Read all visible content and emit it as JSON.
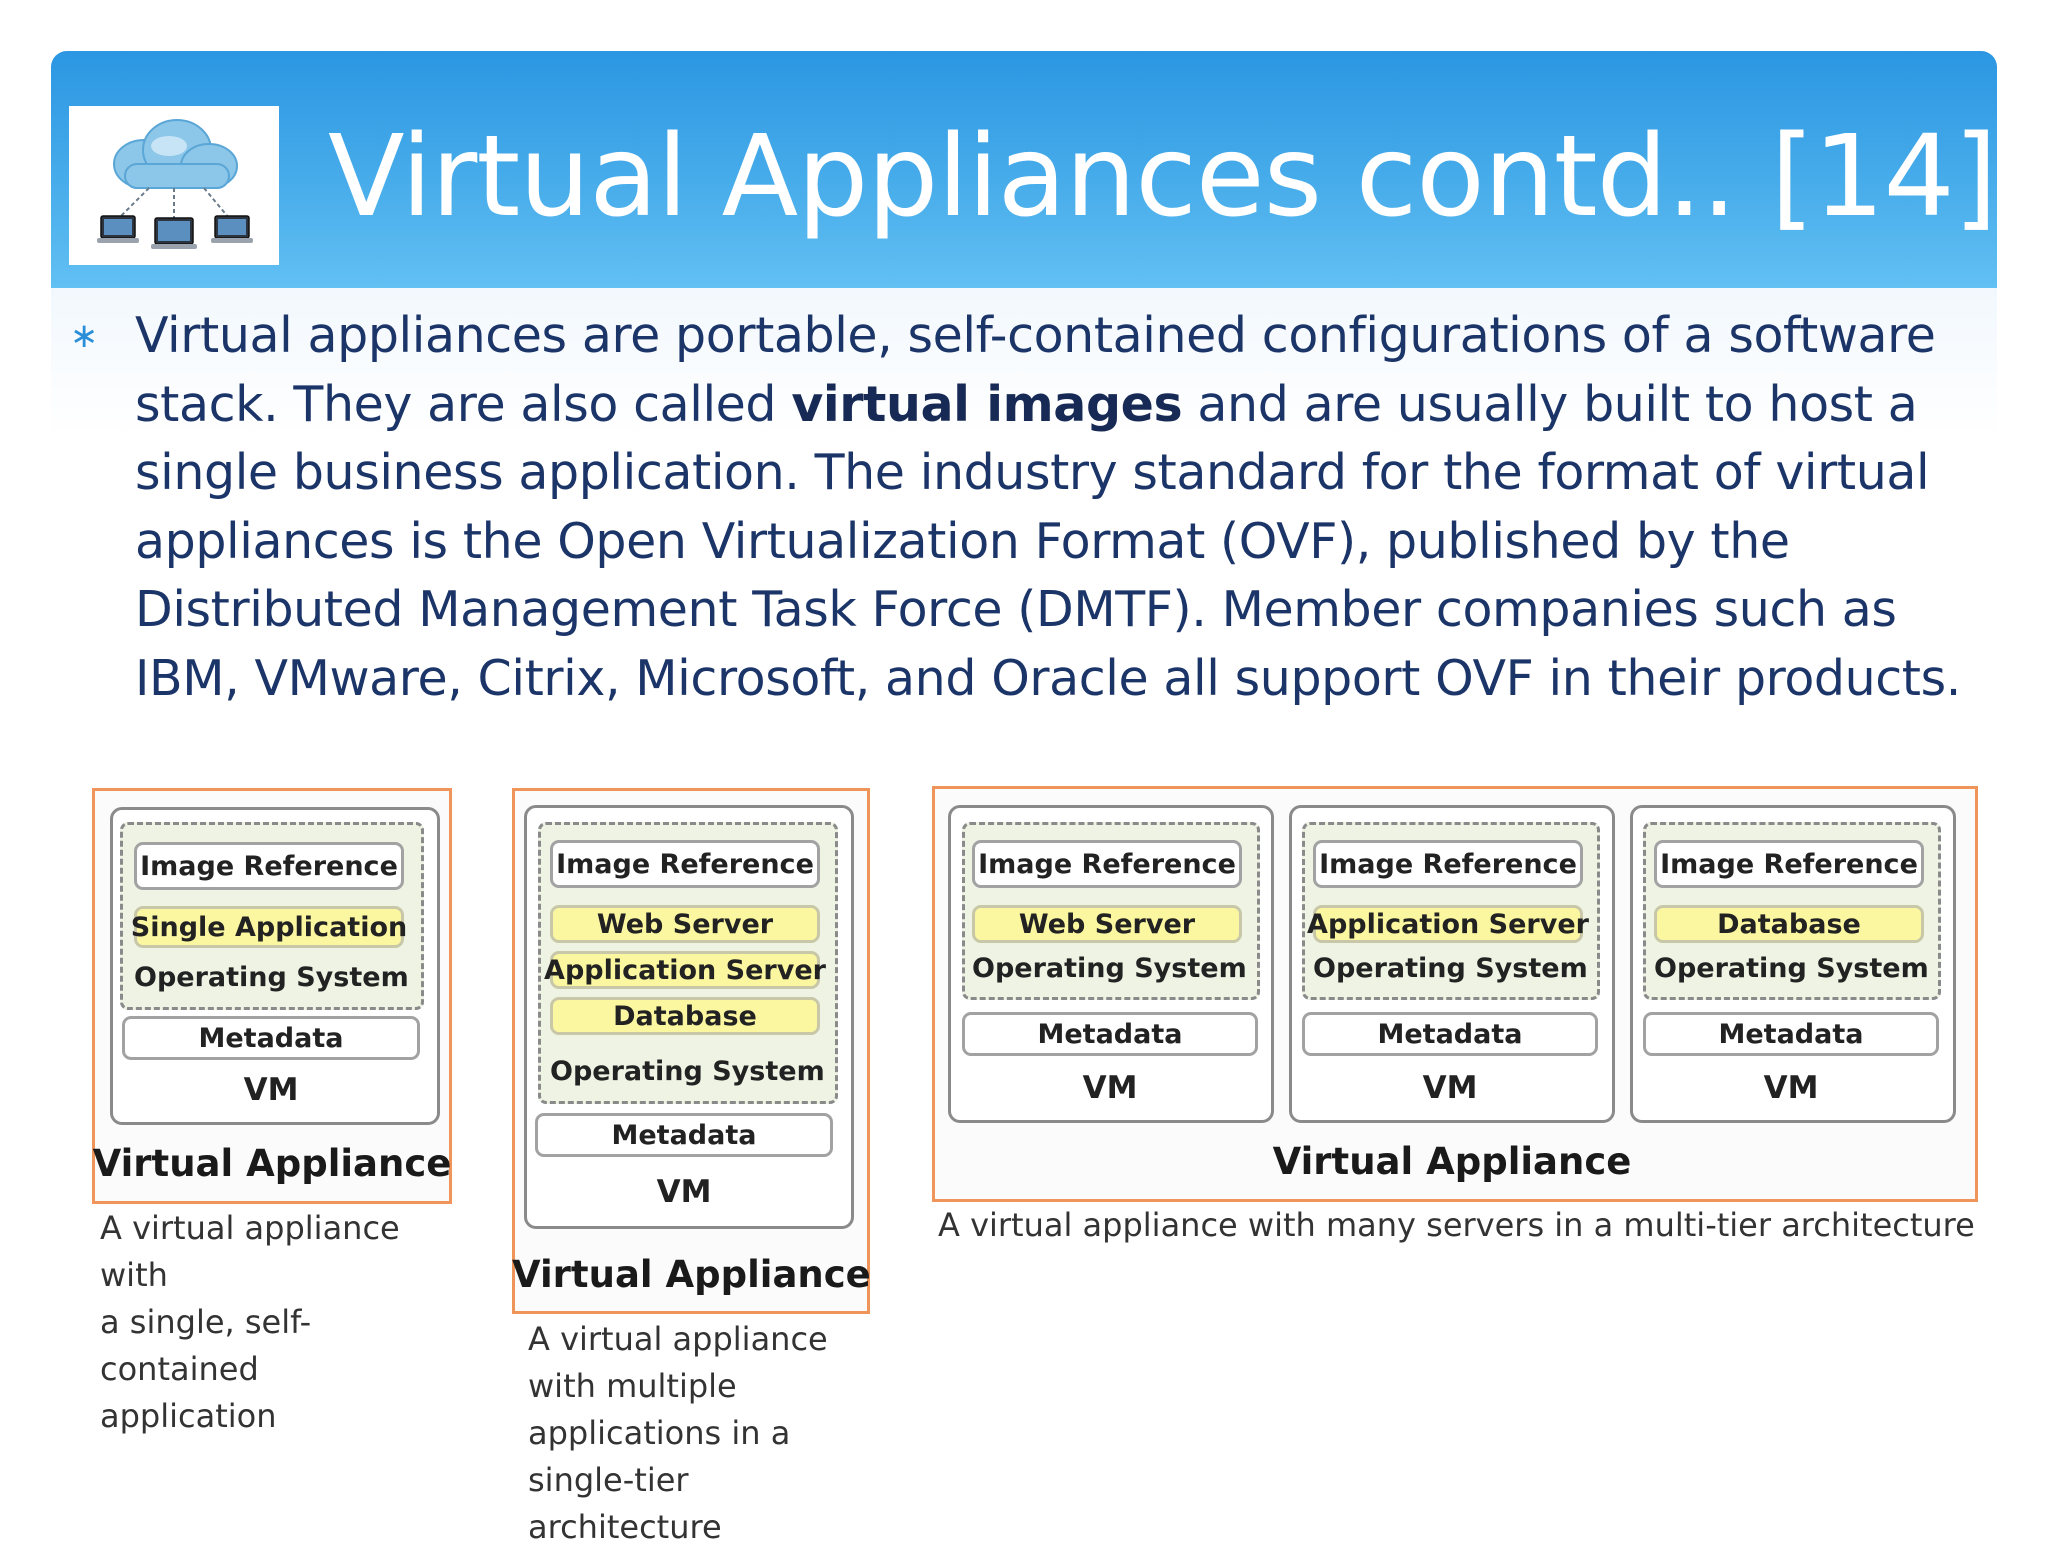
{
  "slide": {
    "title": "Virtual Appliances contd.. [14]",
    "bullet_marker": "∗",
    "bullet": {
      "part1": "Virtual appliances are portable, self-contained configurations of a software stack. They are also called ",
      "bold": "virtual images",
      "part2": " and are usually built to host a single business application. The industry standard for the format of virtual appliances is the Open Virtualization Format (OVF), published by the Distributed Management Task Force (DMTF). Member companies such as IBM, VMware, Citrix, Microsoft, and Oracle all support OVF in their products."
    }
  },
  "diagram": {
    "labels": {
      "image_reference": "Image Reference",
      "single_application": "Single Application",
      "operating_system": "Operating System",
      "metadata": "Metadata",
      "vm": "VM",
      "web_server": "Web Server",
      "application_server": "Application Server",
      "database": "Database",
      "virtual_appliance": "Virtual Appliance"
    },
    "captions": {
      "single": "A virtual appliance with\na single, self-contained\napplication",
      "multi_app": "A virtual appliance\nwith multiple\napplications in a\nsingle-tier architecture",
      "multi_tier": "A virtual appliance with many servers in a multi-tier architecture"
    }
  },
  "colors": {
    "header_blue": "#2b96e2",
    "frame_orange": "#f0955a",
    "app_yellow": "#fbf6a0",
    "text_navy": "#1c3569"
  }
}
